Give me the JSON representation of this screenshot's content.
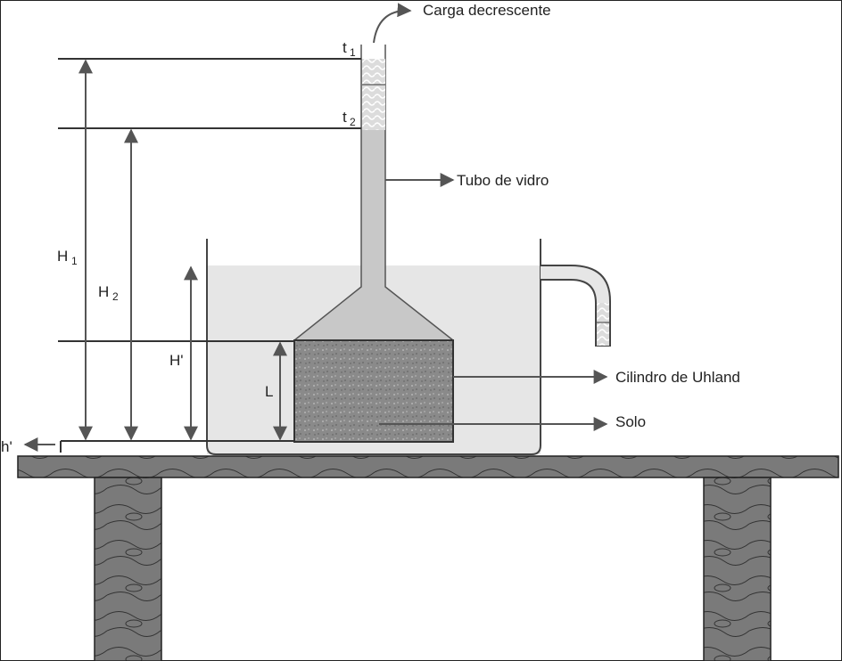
{
  "labels": {
    "carga": "Carga decrescente",
    "tubo": "Tubo de vidro",
    "cilindro": "Cilindro de Uhland",
    "solo": "Solo"
  },
  "symbols": {
    "t": "t",
    "t1_sub": "1",
    "t2_sub": "2",
    "H": "H",
    "H1_sub": "1",
    "H2_sub": "2",
    "H_prime": "H'",
    "L": "L",
    "h_prime": "h'"
  },
  "colors": {
    "line": "#555555",
    "water": "#e6e6e6",
    "tube": "#c8c8c8",
    "soil": "#8a8a8a",
    "arrow": "#555555",
    "wood": "#777777",
    "wood_grain": "#333333"
  }
}
